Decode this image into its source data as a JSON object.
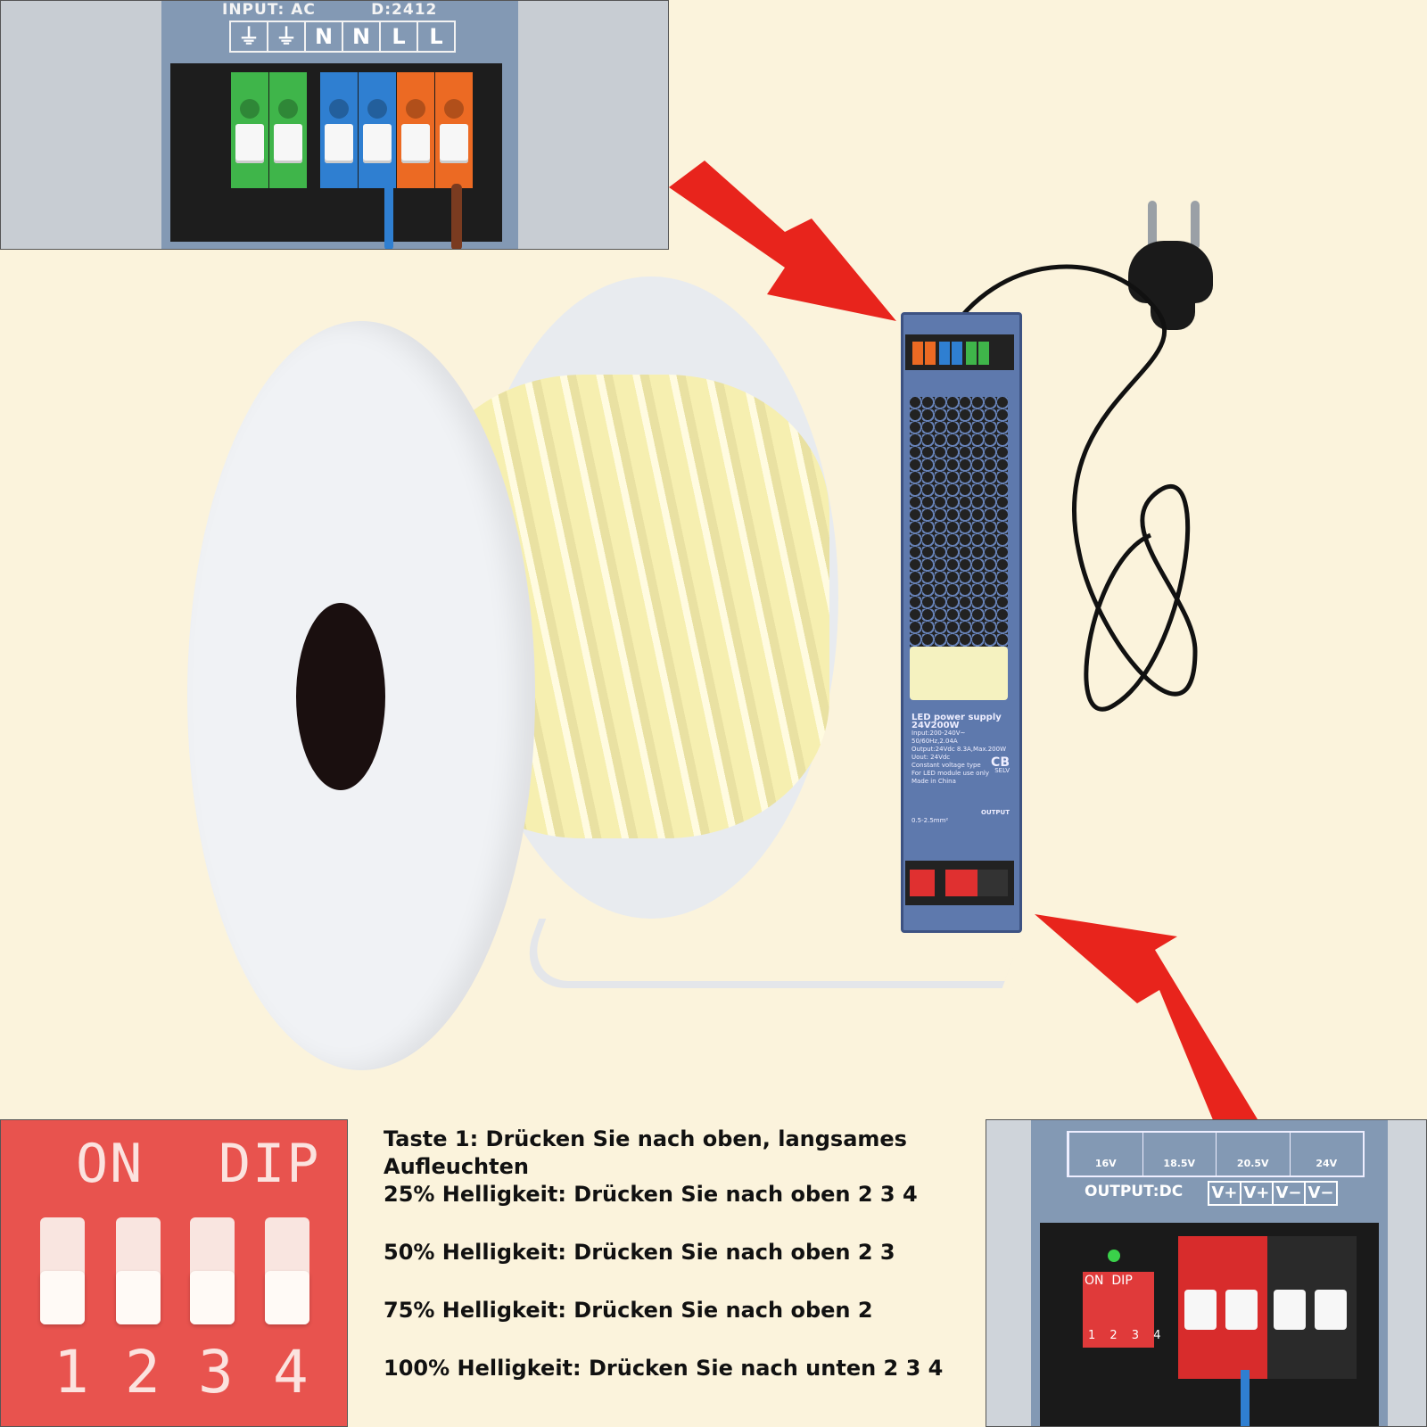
{
  "input_inset": {
    "header_text": "INPUT: AC",
    "model_text": "D:2412",
    "terminal_labels": [
      "⏚",
      "⏚",
      "N",
      "N",
      "L",
      "L"
    ],
    "terminal_colors": [
      "#3fb54a",
      "#3fb54a",
      "#2f7fd1",
      "#2f7fd1",
      "#ec6a23",
      "#ec6a23"
    ]
  },
  "psu": {
    "title": "LED power supply",
    "model": "24V200W",
    "specs": [
      "Input:200-240V~ 50/60Hz,2.04A",
      "Output:24Vdc 8.3A,Max.200W",
      "Uout: 24Vdc",
      "Constant voltage type",
      "For LED module use only",
      "Made in China"
    ],
    "cert": "CB",
    "selv": "SELV",
    "output_label": "OUTPUT",
    "wire_gauge": "0.5-2.5mm²"
  },
  "dip_inset": {
    "on_label": "ON",
    "dip_label": "DIP",
    "switch_numbers": [
      "1",
      "2",
      "3",
      "4"
    ]
  },
  "instructions": {
    "line1": "Taste 1: Drücken Sie nach oben, langsames Aufleuchten",
    "line2": "25% Helligkeit: Drücken Sie nach oben 2 3 4",
    "line3": "50% Helligkeit: Drücken Sie nach oben 2 3",
    "line4": "75% Helligkeit: Drücken Sie nach oben 2",
    "line5": "100% Helligkeit: Drücken Sie nach unten 2 3 4"
  },
  "output_inset": {
    "voltage_options": [
      "16V",
      "18.5V",
      "20.5V",
      "24V"
    ],
    "output_label": "OUTPUT:DC",
    "terminal_labels": [
      "V+",
      "V+",
      "V−",
      "V−"
    ],
    "dip_on": "ON",
    "dip_dip": "DIP",
    "dip_numbers": "1 2 3 4"
  },
  "colors": {
    "background": "#fbf3dc",
    "arrow": "#e8241c",
    "psu_body": "#5e79ad",
    "dip_red": "#e8534e"
  }
}
